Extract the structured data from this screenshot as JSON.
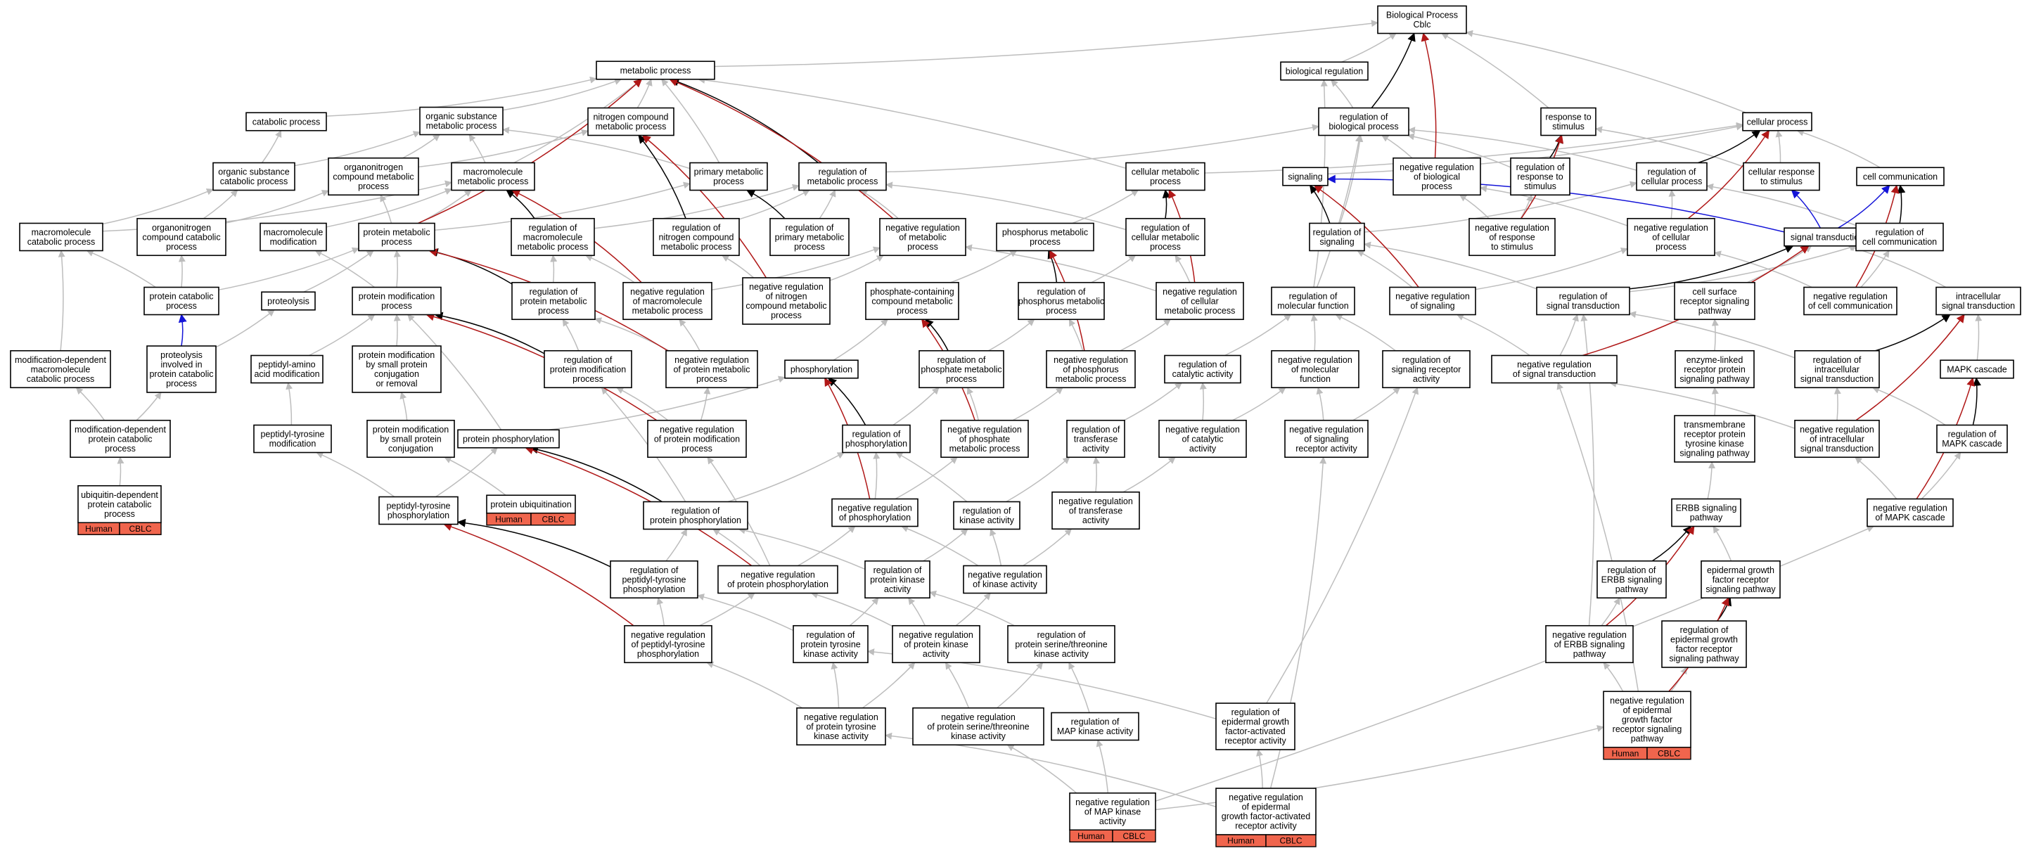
{
  "diagram": {
    "colors": {
      "is_a": "#bdbdbd",
      "regulates": "#000000",
      "negatively_regulates": "#b01818",
      "part_of": "#1414d8",
      "annotation_fill": "#f0654d"
    },
    "nodes": [
      {
        "id": "root",
        "lines": [
          "Biological Process",
          "Cblc"
        ]
      },
      {
        "id": "metabolic",
        "lines": [
          "metabolic process"
        ]
      },
      {
        "id": "bioreg",
        "lines": [
          "biological regulation"
        ]
      },
      {
        "id": "catabolic",
        "lines": [
          "catabolic process"
        ]
      },
      {
        "id": "orgsubmet",
        "lines": [
          "organic substance",
          "metabolic process"
        ]
      },
      {
        "id": "nitrogen",
        "lines": [
          "nitrogen compound",
          "metabolic process"
        ]
      },
      {
        "id": "regbio",
        "lines": [
          "regulation of",
          "biological process"
        ]
      },
      {
        "id": "resp",
        "lines": [
          "response to",
          "stimulus"
        ]
      },
      {
        "id": "cellproc",
        "lines": [
          "cellular process"
        ]
      },
      {
        "id": "orgsubcat",
        "lines": [
          "organic substance",
          "catabolic process"
        ]
      },
      {
        "id": "orgnitcat",
        "lines": [
          "organonitrogen",
          "compound metabolic",
          "process"
        ]
      },
      {
        "id": "macromet",
        "lines": [
          "macromolecule",
          "metabolic process"
        ]
      },
      {
        "id": "primary",
        "lines": [
          "primary metabolic",
          "process"
        ]
      },
      {
        "id": "regmet",
        "lines": [
          "regulation of",
          "metabolic process"
        ]
      },
      {
        "id": "cellmet",
        "lines": [
          "cellular metabolic",
          "process"
        ]
      },
      {
        "id": "signaling",
        "lines": [
          "signaling"
        ]
      },
      {
        "id": "negregbio",
        "lines": [
          "negative regulation",
          "of biological",
          "process"
        ]
      },
      {
        "id": "regresp",
        "lines": [
          "regulation of",
          "response to",
          "stimulus"
        ]
      },
      {
        "id": "regcell",
        "lines": [
          "regulation of",
          "cellular process"
        ]
      },
      {
        "id": "cellresp",
        "lines": [
          "cellular response",
          "to stimulus"
        ]
      },
      {
        "id": "cellcomm",
        "lines": [
          "cell communication"
        ]
      },
      {
        "id": "macrocat",
        "lines": [
          "macromolecule",
          "catabolic process"
        ]
      },
      {
        "id": "orgnitcompcat",
        "lines": [
          "organonitrogen",
          "compound catabolic",
          "process"
        ]
      },
      {
        "id": "macromod",
        "lines": [
          "macromolecule",
          "modification"
        ]
      },
      {
        "id": "protmet",
        "lines": [
          "protein metabolic",
          "process"
        ]
      },
      {
        "id": "regmacromet",
        "lines": [
          "regulation of",
          "macromolecule",
          "metabolic process"
        ]
      },
      {
        "id": "regnitmet",
        "lines": [
          "regulation of",
          "nitrogen compound",
          "metabolic process"
        ]
      },
      {
        "id": "regprimary",
        "lines": [
          "regulation of",
          "primary metabolic",
          "process"
        ]
      },
      {
        "id": "negregmet",
        "lines": [
          "negative regulation",
          "of metabolic",
          "process"
        ]
      },
      {
        "id": "phosmet",
        "lines": [
          "phosphorus metabolic",
          "process"
        ]
      },
      {
        "id": "regcellmet",
        "lines": [
          "regulation of",
          "cellular metabolic",
          "process"
        ]
      },
      {
        "id": "regsig",
        "lines": [
          "regulation of",
          "signaling"
        ]
      },
      {
        "id": "negregresp",
        "lines": [
          "negative regulation",
          "of response",
          "to stimulus"
        ]
      },
      {
        "id": "negregcell",
        "lines": [
          "negative regulation",
          "of cellular",
          "process"
        ]
      },
      {
        "id": "sigtrans",
        "lines": [
          "signal transduction"
        ]
      },
      {
        "id": "regcellcomm",
        "lines": [
          "regulation of",
          "cell communication"
        ]
      },
      {
        "id": "protcat",
        "lines": [
          "protein catabolic",
          "process"
        ]
      },
      {
        "id": "proteolysis",
        "lines": [
          "proteolysis"
        ]
      },
      {
        "id": "protmod",
        "lines": [
          "protein modification",
          "process"
        ]
      },
      {
        "id": "regprotmet",
        "lines": [
          "regulation of",
          "protein metabolic",
          "process"
        ]
      },
      {
        "id": "negregmacromet",
        "lines": [
          "negative regulation",
          "of macromolecule",
          "metabolic process"
        ]
      },
      {
        "id": "negregnitmet",
        "lines": [
          "negative regulation",
          "of nitrogen",
          "compound metabolic",
          "process"
        ]
      },
      {
        "id": "phoscont",
        "lines": [
          "phosphate-containing",
          "compound metabolic",
          "process"
        ]
      },
      {
        "id": "regphosmet",
        "lines": [
          "regulation of",
          "phosphorus metabolic",
          "process"
        ]
      },
      {
        "id": "negregcellmet",
        "lines": [
          "negative regulation",
          "of cellular",
          "metabolic process"
        ]
      },
      {
        "id": "regmolfunc",
        "lines": [
          "regulation of",
          "molecular function"
        ]
      },
      {
        "id": "negregsig",
        "lines": [
          "negative regulation",
          "of signaling"
        ]
      },
      {
        "id": "regsigtrans",
        "lines": [
          "regulation of",
          "signal transduction"
        ]
      },
      {
        "id": "cellsurf",
        "lines": [
          "cell surface",
          "receptor signaling",
          "pathway"
        ]
      },
      {
        "id": "negregcellcomm",
        "lines": [
          "negative regulation",
          "of cell communication"
        ]
      },
      {
        "id": "intrasig",
        "lines": [
          "intracellular",
          "signal transduction"
        ]
      },
      {
        "id": "moddepcat",
        "lines": [
          "modification-dependent",
          "macromolecule",
          "catabolic process"
        ]
      },
      {
        "id": "proteolysiscat",
        "lines": [
          "proteolysis",
          "involved in",
          "protein catabolic",
          "process"
        ]
      },
      {
        "id": "peptaa",
        "lines": [
          "peptidyl-amino",
          "acid modification"
        ]
      },
      {
        "id": "protmodsmall",
        "lines": [
          "protein modification",
          "by small protein",
          "conjugation",
          "or removal"
        ]
      },
      {
        "id": "regprotmod",
        "lines": [
          "regulation of",
          "protein modification",
          "process"
        ]
      },
      {
        "id": "negregprotmet",
        "lines": [
          "negative regulation",
          "of protein metabolic",
          "process"
        ]
      },
      {
        "id": "phosphorylation",
        "lines": [
          "phosphorylation"
        ]
      },
      {
        "id": "regphosphatemet",
        "lines": [
          "regulation of",
          "phosphate metabolic",
          "process"
        ]
      },
      {
        "id": "negregphosmet",
        "lines": [
          "negative regulation",
          "of phosphorus",
          "metabolic process"
        ]
      },
      {
        "id": "regcatact",
        "lines": [
          "regulation of",
          "catalytic activity"
        ]
      },
      {
        "id": "negregmolfunc",
        "lines": [
          "negative regulation",
          "of molecular",
          "function"
        ]
      },
      {
        "id": "regsigrecept",
        "lines": [
          "regulation of",
          "signaling receptor",
          "activity"
        ]
      },
      {
        "id": "negregsigtrans",
        "lines": [
          "negative regulation",
          "of signal transduction"
        ]
      },
      {
        "id": "enzlinked",
        "lines": [
          "enzyme-linked",
          "receptor protein",
          "signaling pathway"
        ]
      },
      {
        "id": "regintrasig",
        "lines": [
          "regulation of",
          "intracellular",
          "signal transduction"
        ]
      },
      {
        "id": "mapk",
        "lines": [
          "MAPK cascade"
        ]
      },
      {
        "id": "moddepprotcat",
        "lines": [
          "modification-dependent",
          "protein catabolic",
          "process"
        ]
      },
      {
        "id": "peptyrmod",
        "lines": [
          "peptidyl-tyrosine",
          "modification"
        ]
      },
      {
        "id": "protmodconj",
        "lines": [
          "protein modification",
          "by small protein",
          "conjugation"
        ]
      },
      {
        "id": "protphos",
        "lines": [
          "protein phosphorylation"
        ]
      },
      {
        "id": "negregprotmod",
        "lines": [
          "negative regulation",
          "of protein modification",
          "process"
        ]
      },
      {
        "id": "regphosph",
        "lines": [
          "regulation of",
          "phosphorylation"
        ]
      },
      {
        "id": "negregphosphatemet",
        "lines": [
          "negative regulation",
          "of phosphate",
          "metabolic process"
        ]
      },
      {
        "id": "regtransf",
        "lines": [
          "regulation of",
          "transferase",
          "activity"
        ]
      },
      {
        "id": "negregcatact",
        "lines": [
          "negative regulation",
          "of catalytic",
          "activity"
        ]
      },
      {
        "id": "negregsigrecept",
        "lines": [
          "negative regulation",
          "of signaling",
          "receptor activity"
        ]
      },
      {
        "id": "transmem",
        "lines": [
          "transmembrane",
          "receptor protein",
          "tyrosine kinase",
          "signaling pathway"
        ]
      },
      {
        "id": "negregintrasig",
        "lines": [
          "negative regulation",
          "of intracellular",
          "signal transduction"
        ]
      },
      {
        "id": "regmapk",
        "lines": [
          "regulation of",
          "MAPK cascade"
        ]
      },
      {
        "id": "ubiq",
        "lines": [
          "ubiquitin-dependent",
          "protein catabolic",
          "process"
        ],
        "ann": [
          "Human",
          "CBLC"
        ]
      },
      {
        "id": "ubiquitination",
        "lines": [
          "protein ubiquitination"
        ],
        "ann": [
          "Human",
          "CBLC"
        ]
      },
      {
        "id": "peptyrphos",
        "lines": [
          "peptidyl-tyrosine",
          "phosphorylation"
        ]
      },
      {
        "id": "regprotphos",
        "lines": [
          "regulation of",
          "protein phosphorylation"
        ]
      },
      {
        "id": "negregphosph",
        "lines": [
          "negative regulation",
          "of phosphorylation"
        ]
      },
      {
        "id": "regkinase",
        "lines": [
          "regulation of",
          "kinase activity"
        ]
      },
      {
        "id": "negregtransf",
        "lines": [
          "negative regulation",
          "of transferase",
          "activity"
        ]
      },
      {
        "id": "erbb",
        "lines": [
          "ERBB signaling",
          "pathway"
        ]
      },
      {
        "id": "negregmapk",
        "lines": [
          "negative regulation",
          "of MAPK cascade"
        ]
      },
      {
        "id": "regpeptyr",
        "lines": [
          "regulation of",
          "peptidyl-tyrosine",
          "phosphorylation"
        ]
      },
      {
        "id": "negregprotphos",
        "lines": [
          "negative regulation",
          "of protein phosphorylation"
        ]
      },
      {
        "id": "regprotkin",
        "lines": [
          "regulation of",
          "protein kinase",
          "activity"
        ]
      },
      {
        "id": "negregkin",
        "lines": [
          "negative regulation",
          "of kinase activity"
        ]
      },
      {
        "id": "regerbb",
        "lines": [
          "regulation of",
          "ERBB signaling",
          "pathway"
        ]
      },
      {
        "id": "egfr",
        "lines": [
          "epidermal growth",
          "factor receptor",
          "signaling pathway"
        ]
      },
      {
        "id": "negregpeptyr",
        "lines": [
          "negative regulation",
          "of peptidyl-tyrosine",
          "phosphorylation"
        ]
      },
      {
        "id": "regprottyrkin",
        "lines": [
          "regulation of",
          "protein tyrosine",
          "kinase activity"
        ]
      },
      {
        "id": "negregprotkin",
        "lines": [
          "negative regulation",
          "of protein kinase",
          "activity"
        ]
      },
      {
        "id": "regserthr",
        "lines": [
          "regulation of",
          "protein serine/threonine",
          "kinase activity"
        ]
      },
      {
        "id": "negregerbb",
        "lines": [
          "negative regulation",
          "of ERBB signaling",
          "pathway"
        ]
      },
      {
        "id": "regegfr",
        "lines": [
          "regulation of",
          "epidermal growth",
          "factor receptor",
          "signaling pathway"
        ]
      },
      {
        "id": "negregprottyrkin",
        "lines": [
          "negative regulation",
          "of protein tyrosine",
          "kinase activity"
        ]
      },
      {
        "id": "negregserthr",
        "lines": [
          "negative regulation",
          "of protein serine/threonine",
          "kinase activity"
        ]
      },
      {
        "id": "regmapkinase",
        "lines": [
          "regulation of",
          "MAP kinase activity"
        ]
      },
      {
        "id": "regegfract",
        "lines": [
          "regulation of",
          "epidermal growth",
          "factor-activated",
          "receptor activity"
        ]
      },
      {
        "id": "negregegfrpath",
        "lines": [
          "negative regulation",
          "of epidermal",
          "growth factor",
          "receptor signaling",
          "pathway"
        ],
        "ann": [
          "Human",
          "CBLC"
        ]
      },
      {
        "id": "negregmapkinase",
        "lines": [
          "negative regulation",
          "of MAP kinase",
          "activity"
        ],
        "ann": [
          "Human",
          "CBLC"
        ]
      },
      {
        "id": "negregegfract",
        "lines": [
          "negative regulation",
          "of epidermal",
          "growth factor-activated",
          "receptor activity"
        ],
        "ann": [
          "Human",
          "CBLC"
        ]
      }
    ]
  }
}
